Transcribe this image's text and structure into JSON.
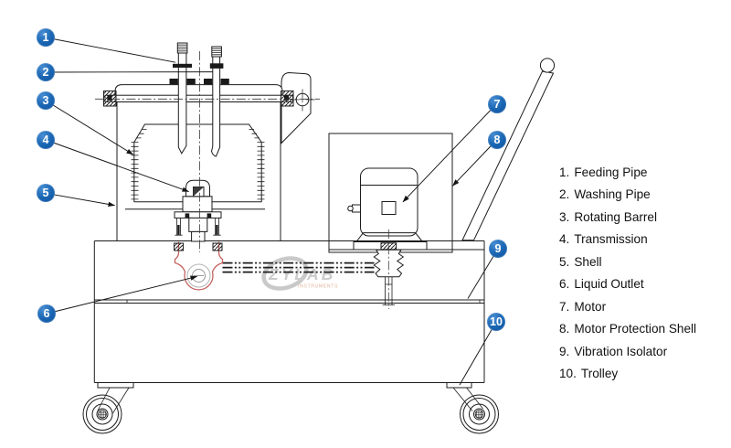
{
  "legend": {
    "items": [
      {
        "num": "1.",
        "label": "Feeding Pipe"
      },
      {
        "num": "2.",
        "label": "Washing Pipe"
      },
      {
        "num": "3.",
        "label": "Rotating Barrel"
      },
      {
        "num": "4.",
        "label": "Transmission"
      },
      {
        "num": "5.",
        "label": "Shell"
      },
      {
        "num": "6.",
        "label": "Liquid Outlet"
      },
      {
        "num": "7.",
        "label": "Motor"
      },
      {
        "num": "8.",
        "label": "Motor Protection Shell"
      },
      {
        "num": "9.",
        "label": "Vibration Isolator"
      },
      {
        "num": "10.",
        "label": "Trolley"
      }
    ]
  },
  "callouts": [
    "1",
    "2",
    "3",
    "4",
    "5",
    "6",
    "7",
    "8",
    "9",
    "10"
  ],
  "watermark": {
    "brand": "ZYLAB",
    "subtitle": "INSTRUMENTS"
  },
  "colors": {
    "callout_blue": "#1361ae",
    "outlet_highlight": "#c4625f",
    "drawing_line": "#1c1c1c",
    "watermark_gray": "#c9c9c9",
    "watermark_accent": "#e2b49b"
  }
}
